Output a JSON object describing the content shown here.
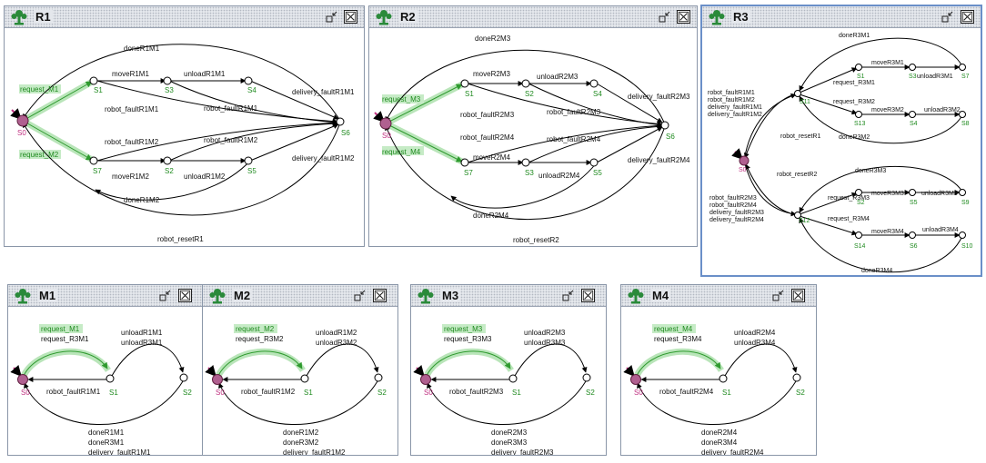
{
  "windows": {
    "r1": {
      "title": "R1",
      "labels": {
        "doneR1M1": "doneR1M1",
        "moveR1M1": "moveR1M1",
        "unloadR1M1": "unloadR1M1",
        "request_M1": "request_M1",
        "robot_faultR1M1_a": "robot_faultR1M1",
        "robot_faultR1M1_b": "robot_faultR1M1",
        "delivery_faultR1M1": "delivery_faultR1M1",
        "robot_faultR1M2_a": "robot_faultR1M2",
        "robot_faultR1M2_b": "robot_faultR1M2",
        "request_M2": "request_M2",
        "moveR1M2": "moveR1M2",
        "unloadR1M2": "unloadR1M2",
        "delivery_faultR1M2": "delivery_faultR1M2",
        "doneR1M2": "doneR1M2",
        "robot_resetR1": "robot_resetR1"
      },
      "states": {
        "s0": "S0",
        "s1": "S1",
        "s3": "S3",
        "s4": "S4",
        "s6": "S6",
        "s7": "S7",
        "s2": "S2",
        "s5": "S5"
      }
    },
    "r2": {
      "title": "R2",
      "labels": {
        "doneR2M3": "doneR2M3",
        "moveR2M3": "moveR2M3",
        "unloadR2M3": "unloadR2M3",
        "request_M3": "request_M3",
        "robot_faultR2M3_a": "robot_faultR2M3",
        "robot_faultR2M3_b": "robot_faultR2M3",
        "delivery_faultR2M3": "delivery_faultR2M3",
        "robot_faultR2M4_a": "robot_faultR2M4",
        "robot_faultR2M4_b": "robot_faultR2M4",
        "request_M4": "request_M4",
        "moveR2M4": "moveR2M4",
        "unloadR2M4": "unloadR2M4",
        "delivery_faultR2M4": "delivery_faultR2M4",
        "doneR2M4": "doneR2M4",
        "robot_resetR2": "robot_resetR2"
      },
      "states": {
        "s0": "S0",
        "s1": "S1",
        "s2": "S2",
        "s4": "S4",
        "s6": "S6",
        "s7": "S7",
        "s3": "S3",
        "s5": "S5"
      }
    },
    "r3": {
      "title": "R3",
      "labels": {
        "doneR3M1": "doneR3M1",
        "moveR3M1": "moveR3M1",
        "unloadR3M1": "unloadR3M1",
        "request_R3M1": "request_R3M1",
        "request_R3M2": "request_R3M2",
        "moveR3M2": "moveR3M2",
        "unloadR3M2": "unloadR3M2",
        "doneR3M2": "doneR3M2",
        "robot_resetR1": "robot_resetR1",
        "robot_resetR2": "robot_resetR2",
        "doneR3M3": "doneR3M3",
        "request_R3M3": "request_R3M3",
        "moveR3M3": "moveR3M3",
        "unloadR3M3": "unloadR3M3",
        "request_R3M4": "request_R3M4",
        "moveR3M4": "moveR3M4",
        "unloadR3M4": "unloadR3M4",
        "doneR3M4": "doneR3M4",
        "fault_top": [
          "robot_faultR1M1",
          "robot_faultR1M2",
          "delivery_faultR1M1",
          "delivery_faultR1M2"
        ],
        "fault_bottom": [
          "robot_faultR2M3",
          "robot_faultR2M4",
          "delivery_faultR2M3",
          "delivery_faultR2M4"
        ]
      },
      "states": {
        "s0": "S0",
        "s11": "S11",
        "s1": "S1",
        "s3": "S3",
        "s7": "S7",
        "s13": "S13",
        "s4": "S4",
        "s8": "S8",
        "s12": "S12",
        "s2": "S2",
        "s5": "S5",
        "s9": "S9",
        "s14": "S14",
        "s6": "S6",
        "s10": "S10"
      }
    },
    "machines": [
      {
        "title": "M1",
        "request": "request_M1",
        "request_r3": "request_R3M1",
        "unload1": "unloadR1M1",
        "unload2": "unloadR3M1",
        "fault": "robot_faultR1M1",
        "done1": "doneR1M1",
        "done2": "doneR3M1",
        "delivery": "delivery_faultR1M1",
        "s0": "S0",
        "s1": "S1",
        "s2": "S2"
      },
      {
        "title": "M2",
        "request": "request_M2",
        "request_r3": "request_R3M2",
        "unload1": "unloadR1M2",
        "unload2": "unloadR3M2",
        "fault": "robot_faultR1M2",
        "done1": "doneR1M2",
        "done2": "doneR3M2",
        "delivery": "delivery_faultR1M2",
        "s0": "S0",
        "s1": "S1",
        "s2": "S2"
      },
      {
        "title": "M3",
        "request": "request_M3",
        "request_r3": "request_R3M3",
        "unload1": "unloadR2M3",
        "unload2": "unloadR3M3",
        "fault": "robot_faultR2M3",
        "done1": "doneR2M3",
        "done2": "doneR3M3",
        "delivery": "delivery_faultR2M3",
        "s0": "S0",
        "s1": "S1",
        "s2": "S2"
      },
      {
        "title": "M4",
        "request": "request_M4",
        "request_r3": "request_R3M4",
        "unload1": "unloadR2M4",
        "unload2": "unloadR3M4",
        "fault": "robot_faultR2M4",
        "done1": "doneR2M4",
        "done2": "doneR3M4",
        "delivery": "delivery_faultR2M4",
        "s0": "S0",
        "s1": "S1",
        "s2": "S2"
      }
    ]
  },
  "colors": {
    "state_label": "#1f8a1f",
    "initial_state": "#c46a9a",
    "highlight": "#7fd07f",
    "active_border": "#6a8fc8"
  },
  "icons": {
    "app": "automaton-icon",
    "minimize": "restore-icon",
    "close": "close-icon"
  }
}
